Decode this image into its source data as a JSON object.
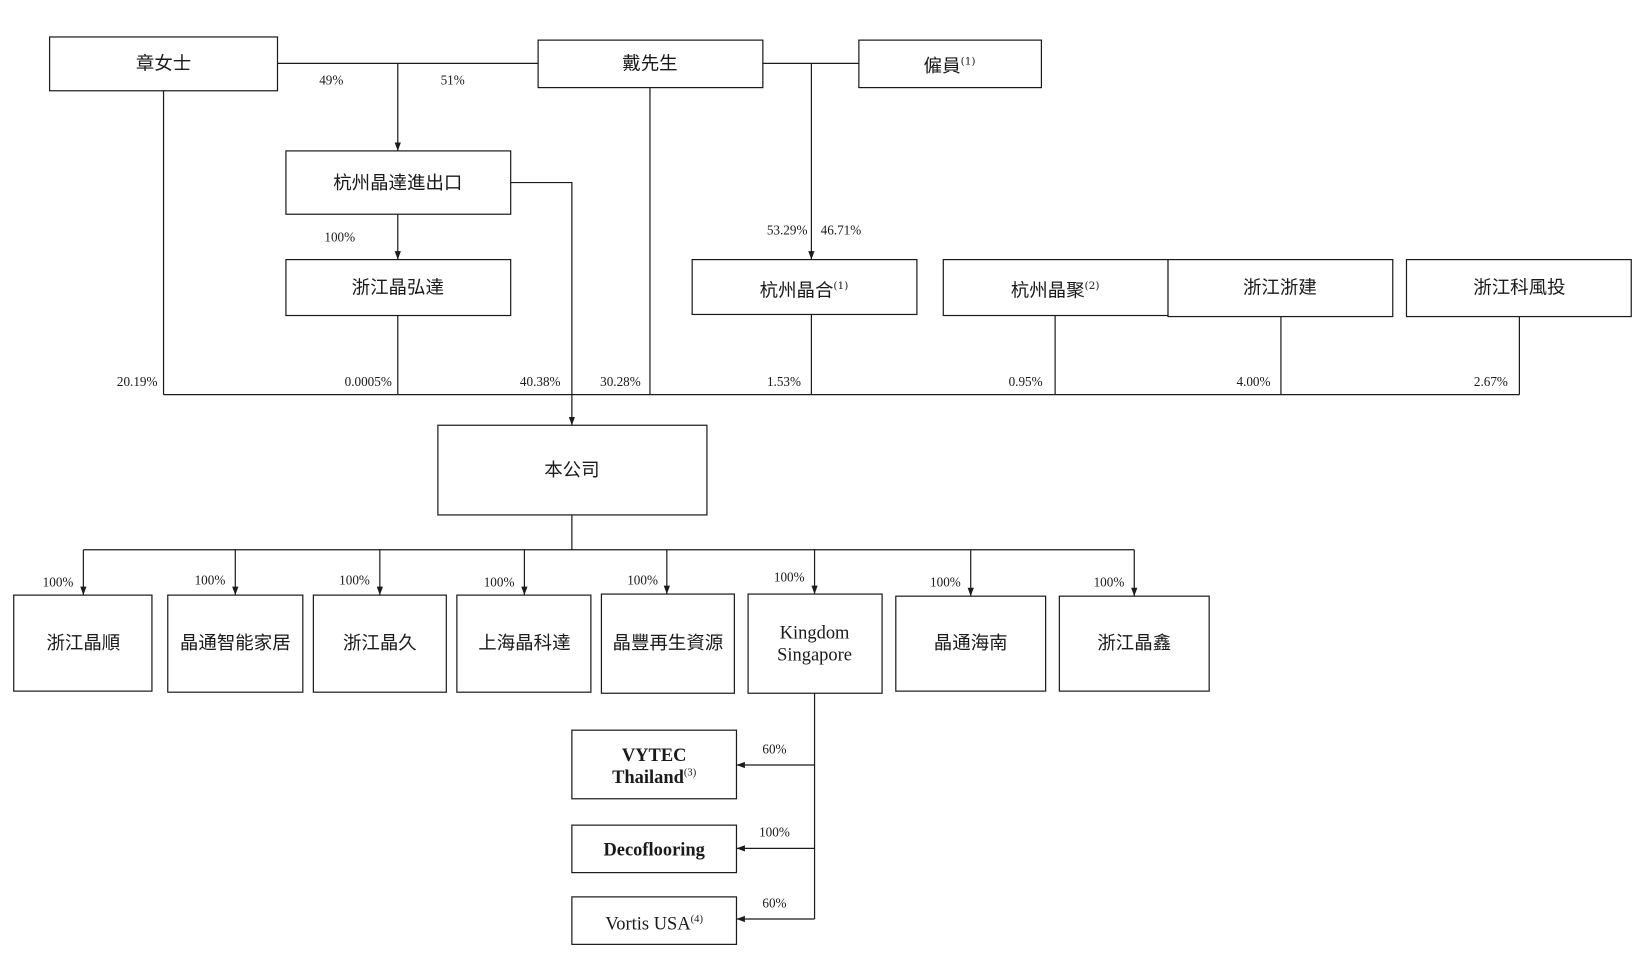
{
  "shareholders": {
    "ms_zhang": {
      "name": "章女士"
    },
    "mr_dai": {
      "name": "戴先生"
    },
    "employees": {
      "name": "僱員",
      "note": "(1)"
    }
  },
  "intermediate_entities": {
    "jingda_import_export": {
      "name": "杭州晶達進出口"
    },
    "jinghongda": {
      "name": "浙江晶弘達"
    },
    "jinghe": {
      "name": "杭州晶合",
      "note": "(1)"
    },
    "jingju": {
      "name": "杭州晶聚",
      "note": "(2)"
    },
    "zhejian": {
      "name": "浙江浙建"
    },
    "kefengtou": {
      "name": "浙江科風投"
    }
  },
  "intermediate_stakes": {
    "ms_zhang_in_jingda_import_export": "49%",
    "mr_dai_in_jingda_import_export": "51%",
    "jingda_import_export_in_jinghongda": "100%",
    "mr_dai_in_jinghe": "53.29%",
    "employees_in_jinghe": "46.71%"
  },
  "company": {
    "name": "本公司"
  },
  "company_stakes": {
    "ms_zhang": "20.19%",
    "jinghongda": "0.0005%",
    "jingda_import_export": "40.38%",
    "mr_dai": "30.28%",
    "jinghe": "1.53%",
    "jingju": "0.95%",
    "zhejian": "4.00%",
    "kefengtou": "2.67%"
  },
  "subsidiaries": [
    {
      "name": "浙江晶順",
      "stake": "100%"
    },
    {
      "name": "晶通智能家居",
      "stake": "100%"
    },
    {
      "name": "浙江晶久",
      "stake": "100%"
    },
    {
      "name": "上海晶科達",
      "stake": "100%"
    },
    {
      "name": "晶豐再生資源",
      "stake": "100%"
    },
    {
      "name_lines": [
        "Kingdom",
        "Singapore"
      ],
      "stake": "100%"
    },
    {
      "name": "晶通海南",
      "stake": "100%"
    },
    {
      "name": "浙江晶鑫",
      "stake": "100%"
    }
  ],
  "kingdom_singapore_subsidiaries": [
    {
      "name_lines": [
        "VYTEC",
        "Thailand"
      ],
      "note": "(3)",
      "stake": "60%"
    },
    {
      "name": "Decoflooring",
      "stake": "100%"
    },
    {
      "name": "Vortis USA",
      "note": "(4)",
      "stake": "60%"
    }
  ]
}
